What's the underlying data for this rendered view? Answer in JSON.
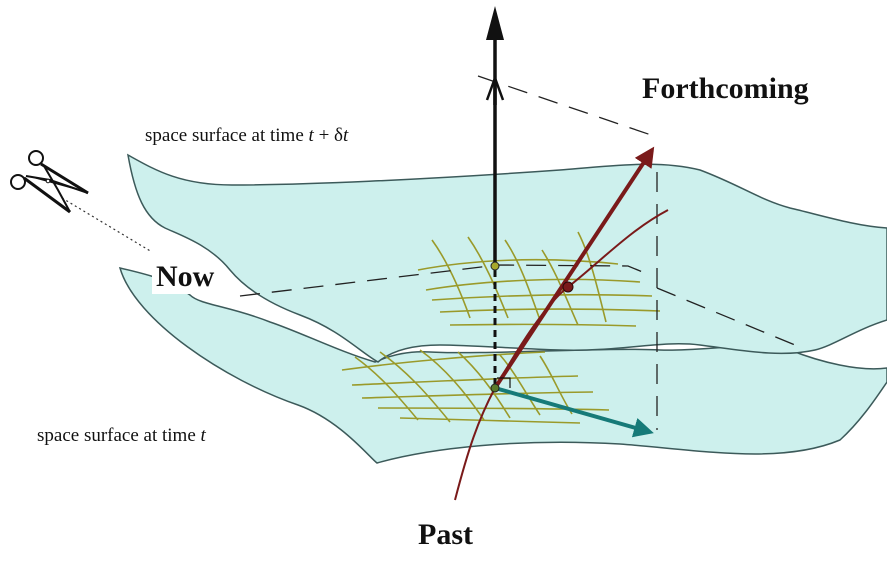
{
  "labels": {
    "forthcoming": "Forthcoming",
    "past": "Past",
    "now": "Now",
    "top_surface_prefix": "space surface at time ",
    "top_surface_var": "t",
    "top_surface_suffix": " + δ",
    "top_surface_var2": "t",
    "bottom_surface_prefix": "space surface at time ",
    "bottom_surface_var": "t"
  },
  "icons": {
    "scissors": "scissors-icon"
  },
  "colors": {
    "surface_fill": "#cdf0ed",
    "surface_stroke": "#3c5a5a",
    "grid": "#9a9a2a",
    "time_arrow": "#111111",
    "worldline": "#7a1a1a",
    "velocity_arrow": "#7a1a1a",
    "spatial_arrow": "#167a78"
  }
}
